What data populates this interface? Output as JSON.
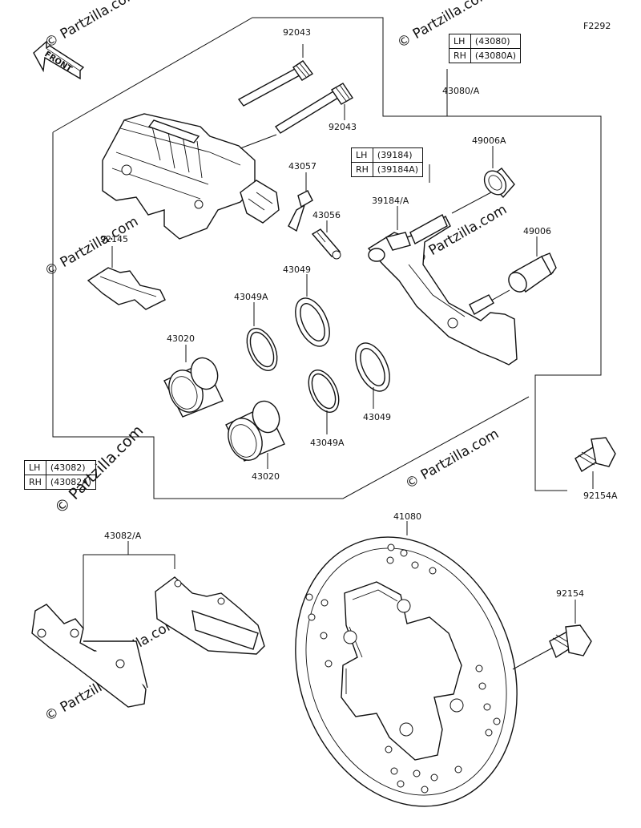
{
  "figure_id": "F2292",
  "front_label": "FRONT",
  "watermark_text": "© Partzilla.com",
  "tables": {
    "caliper": {
      "rows": [
        {
          "side": "LH",
          "part": "(43080)"
        },
        {
          "side": "RH",
          "part": "(43080A)"
        }
      ]
    },
    "bracket": {
      "rows": [
        {
          "side": "LH",
          "part": "(39184)"
        },
        {
          "side": "RH",
          "part": "(39184A)"
        }
      ]
    },
    "pads": {
      "rows": [
        {
          "side": "LH",
          "part": "(43082)"
        },
        {
          "side": "RH",
          "part": "(43082A)"
        }
      ]
    }
  },
  "labels": {
    "p92043_top": "92043",
    "p92043_mid": "92043",
    "p43080": "43080/A",
    "p49006A": "49006A",
    "p43057": "43057",
    "p43056": "43056",
    "p39184": "39184/A",
    "p49006": "49006",
    "p92145": "92145",
    "p43049_upper": "43049",
    "p43049A_upper": "43049A",
    "p43020_upper": "43020",
    "p43049_lower": "43049",
    "p43049A_lower": "43049A",
    "p43020_lower": "43020",
    "p92154A": "92154A",
    "p43082": "43082/A",
    "p41080": "41080",
    "p92154": "92154"
  }
}
